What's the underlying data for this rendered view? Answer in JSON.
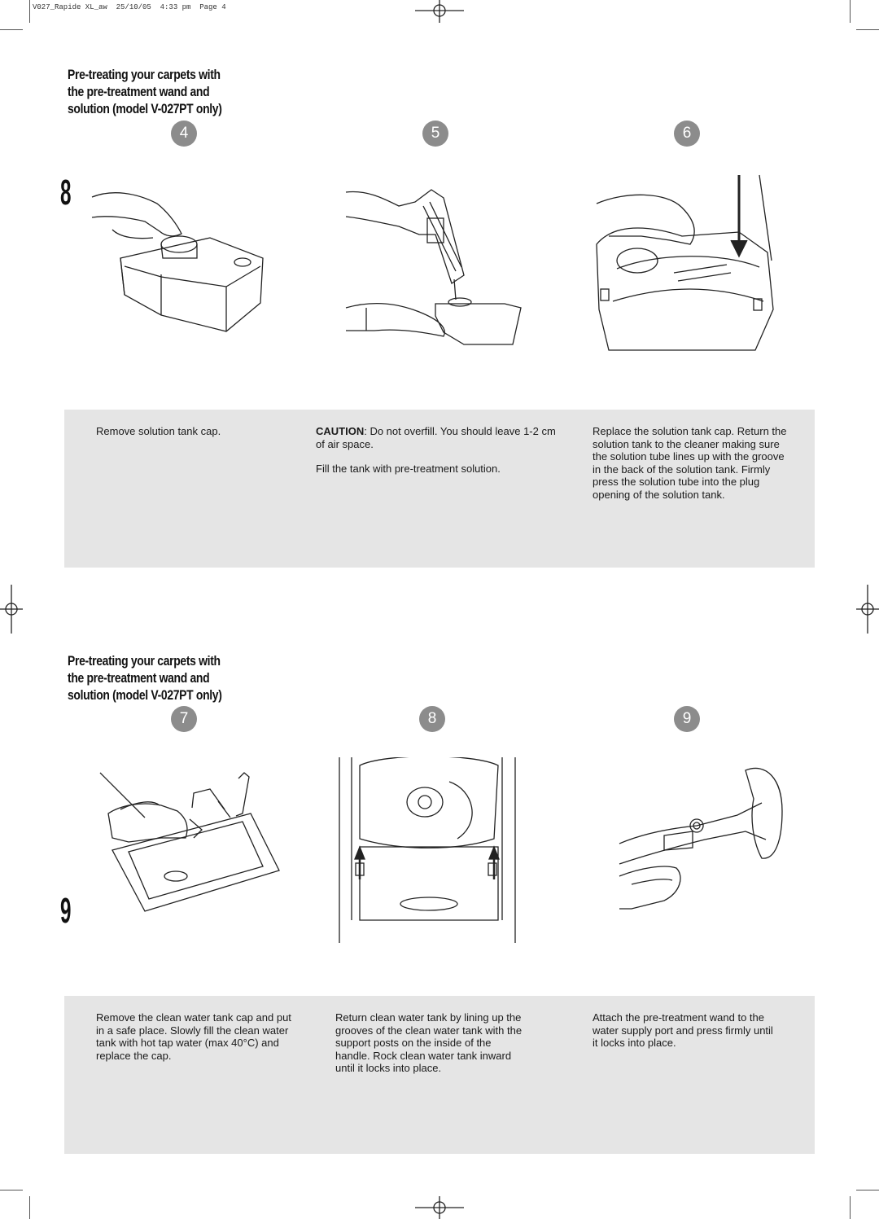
{
  "slug_line": "V027_Rapide XL_aw  25/10/05  4:33 pm  Page 4",
  "sections": [
    {
      "number": "8",
      "title": "Pre-treating your carpets with\nthe pre-treatment wand and\nsolution (model V-027PT only)",
      "steps": [
        {
          "badge": "4",
          "text": "Remove solution tank cap."
        },
        {
          "badge": "5",
          "caution_label": "CAUTION",
          "caution_text": ": Do not overfill. You should leave 1-2 cm of air space.",
          "text": "Fill the tank with pre-treatment solution."
        },
        {
          "badge": "6",
          "text": "Replace the solution tank cap. Return the solution tank to the cleaner making sure the solution tube lines up with the groove in the back of the solution tank. Firmly press the solution tube into the plug opening of the solution tank."
        }
      ]
    },
    {
      "number": "9",
      "title": "Pre-treating your carpets with\nthe pre-treatment wand and\nsolution (model V-027PT only)",
      "steps": [
        {
          "badge": "7",
          "text": "Remove the clean water tank cap and put in a safe place. Slowly fill the clean water tank with hot tap water (max 40°C) and replace the cap."
        },
        {
          "badge": "8",
          "text": "Return clean water tank by lining up the grooves of the clean water tank with the support posts on the inside of the handle. Rock clean water tank inward until it locks into place."
        },
        {
          "badge": "9",
          "text": "Attach the pre-treatment wand to the water supply port and press firmly until it locks into place."
        }
      ]
    }
  ],
  "icons": {
    "badge_color": "#8c8c8c",
    "panel_color": "#e5e5e5"
  }
}
